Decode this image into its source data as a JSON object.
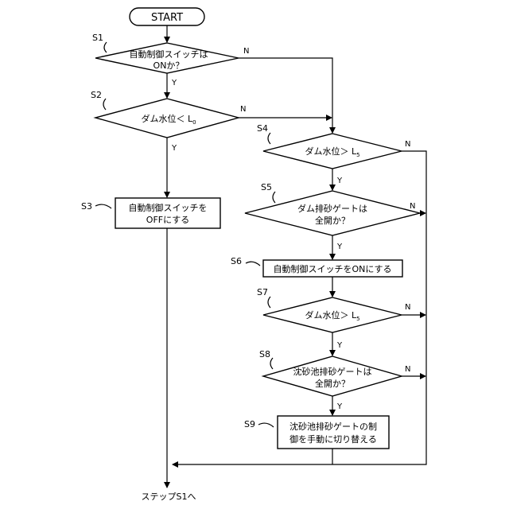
{
  "start": "START",
  "yes": "Y",
  "no": "N",
  "steps": {
    "s1": {
      "label": "S1",
      "line1": "自動制御スイッチは",
      "line2": "ONか？"
    },
    "s2": {
      "label": "S2",
      "text": "ダム水位＜ L",
      "sub": "0"
    },
    "s3": {
      "label": "S3",
      "line1": "自動制御スイッチを",
      "line2": "OFFにする"
    },
    "s4": {
      "label": "S4",
      "text": "ダム水位＞ L",
      "sub": "5"
    },
    "s5": {
      "label": "S5",
      "line1": "ダム排砂ゲートは",
      "line2": "全開か？"
    },
    "s6": {
      "label": "S6",
      "text": "自動制御スイッチをONにする"
    },
    "s7": {
      "label": "S7",
      "text": "ダム水位＞ L",
      "sub": "5"
    },
    "s8": {
      "label": "S8",
      "line1": "沈砂池排砂ゲートは",
      "line2": "全開か？"
    },
    "s9": {
      "label": "S9",
      "line1": "沈砂池排砂ゲートの制",
      "line2": "御を手動に切り替える"
    }
  },
  "end_text": "ステップS1へ"
}
